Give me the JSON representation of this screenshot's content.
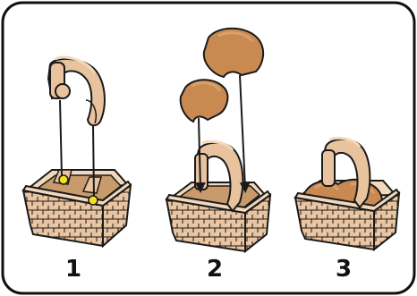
{
  "steps": [
    {
      "label": "1"
    },
    {
      "label": "2"
    },
    {
      "label": "3"
    }
  ],
  "colors": {
    "wood": "#e8c39e",
    "wood_dark": "#c99a6b",
    "wood_light": "#f2d9bd",
    "outline": "#1a1a1a",
    "bread": "#c98a52",
    "bread_light": "#dba06a",
    "peg_yellow": "#f5e21c",
    "frame": "#111111"
  }
}
